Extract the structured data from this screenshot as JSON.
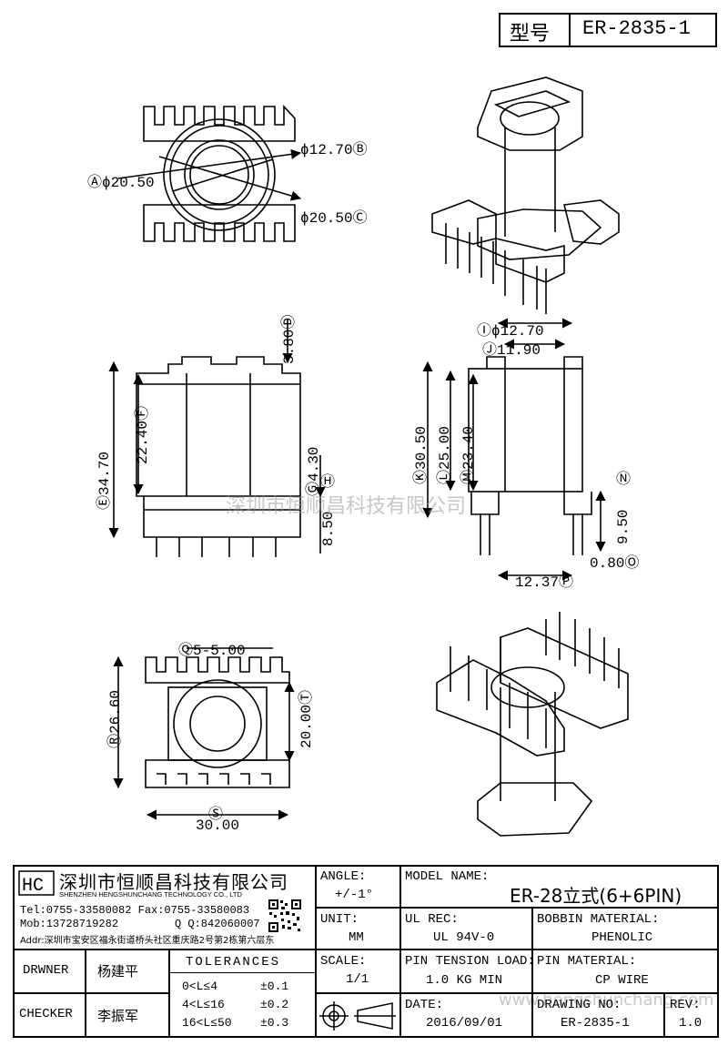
{
  "header": {
    "model_label": "型号",
    "model_value": "ER-2835-1"
  },
  "views": {
    "top": {
      "A": "Ⓐϕ20.50",
      "B": "ϕ12.70Ⓑ",
      "C": "ϕ20.50Ⓒ"
    },
    "front_left": {
      "D": "3.80Ⓓ",
      "E": "Ⓔ34.70",
      "F": "22.40Ⓕ",
      "G": "Ⓖ4.30",
      "H": "Ⓗ",
      "H_val": "8.50"
    },
    "front_right": {
      "I": "Ⓘϕ12.70",
      "J": "Ⓙ11.90",
      "K": "Ⓚ30.50",
      "L": "Ⓛ25.00",
      "M": "Ⓜ23.40",
      "N": "Ⓝ",
      "N_val": "9.50",
      "O": "0.80Ⓞ",
      "P": "12.37Ⓟ"
    },
    "bottom": {
      "Q": "Ⓠ5-5.00",
      "R": "Ⓡ26.60",
      "T": "20.00Ⓣ",
      "S": "Ⓢ",
      "S_val": "30.00"
    }
  },
  "watermark": {
    "center": "深圳市恒顺昌科技有限公司",
    "corner": "www.hengshunchang.com"
  },
  "company": {
    "name": "深圳市恒顺昌科技有限公司",
    "name_en": "SHENZHEN HENGSHUNCHANG TECHNOLOGY CO., LTD",
    "tel": "Tel:0755-33580082 Fax:0755-33580083",
    "mob": "Mob:13728719282",
    "qq": "Q  Q:842060007",
    "addr": "Addr:深圳市宝安区福永街道桥头社区重庆路2号第2栋第六层东"
  },
  "title_block": {
    "angle_label": "ANGLE:",
    "angle_value": "+/-1°",
    "unit_label": "UNIT:",
    "unit_value": "MM",
    "scale_label": "SCALE:",
    "scale_value": "1/1",
    "model_name_label": "MODEL NAME:",
    "model_name_value": "ER-28立式(6+6PIN)",
    "ul_label": "UL REC:",
    "ul_value": "UL 94V-0",
    "bobbin_label": "BOBBIN MATERIAL:",
    "bobbin_value": "PHENOLIC",
    "tension_label": "PIN TENSION LOAD:",
    "tension_value": "1.0 KG MIN",
    "pin_label": "PIN MATERIAL:",
    "pin_value": "CP WIRE",
    "date_label": "DATE:",
    "date_value": "2016/09/01",
    "drawing_label": "DRAWING NO:",
    "drawing_value": "ER-2835-1",
    "rev_label": "REV:",
    "rev_value": "1.0",
    "drawer_label": "DRWNER",
    "drawer_value": "杨建平",
    "checker_label": "CHECKER",
    "checker_value": "李振军",
    "tolerances_title": "TOLERANCES",
    "tolerances": [
      {
        "range": "0<L≤4",
        "value": "±0.1"
      },
      {
        "range": "4<L≤16",
        "value": "±0.2"
      },
      {
        "range": "16<L≤50",
        "value": "±0.3"
      }
    ]
  }
}
